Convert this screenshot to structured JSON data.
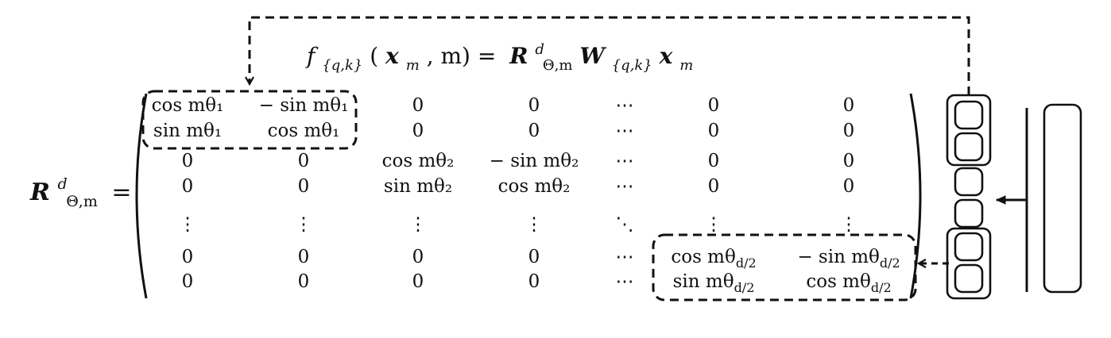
{
  "formula": {
    "lhs_f": "f",
    "lhs_sub": "{q,k}",
    "lhs_args_open": "(",
    "lhs_x": "x",
    "lhs_x_sub": "m",
    "lhs_args_rest": ", m) =",
    "rhs_R": "R",
    "rhs_R_sup": "d",
    "rhs_R_sub": "Θ,m",
    "rhs_W": "W",
    "rhs_W_sub": "{q,k}",
    "rhs_x": "x",
    "rhs_x_sub": "m"
  },
  "matrix_label": {
    "symbol": "R",
    "sup": "d",
    "sub": "Θ,m",
    "equals": "="
  },
  "matrix": {
    "rows": [
      [
        "cos mθ₁",
        "− sin mθ₁",
        "0",
        "0",
        "⋯",
        "0",
        "0"
      ],
      [
        "sin mθ₁",
        "cos mθ₁",
        "0",
        "0",
        "⋯",
        "0",
        "0"
      ],
      [
        "0",
        "0",
        "cos mθ₂",
        "− sin mθ₂",
        "⋯",
        "0",
        "0"
      ],
      [
        "0",
        "0",
        "sin mθ₂",
        "cos mθ₂",
        "⋯",
        "0",
        "0"
      ],
      [
        "⋮",
        "⋮",
        "⋮",
        "⋮",
        "⋱",
        "⋮",
        "⋮"
      ],
      [
        "0",
        "0",
        "0",
        "0",
        "⋯",
        "cos mθ_{d/2}",
        "− sin mθ_{d/2}"
      ],
      [
        "0",
        "0",
        "0",
        "0",
        "⋯",
        "sin mθ_{d/2}",
        "cos mθ_{d/2}"
      ]
    ]
  },
  "vector": {
    "cells": 6,
    "groups": 2
  },
  "colors": {
    "ink": "#111111"
  }
}
